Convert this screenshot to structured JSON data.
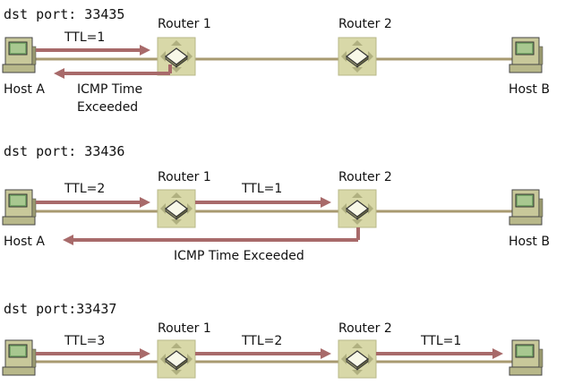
{
  "scenarios": [
    {
      "dst_port": "dst port: 33435",
      "router1": "Router 1",
      "router2": "Router 2",
      "host_a": "Host A",
      "host_b": "Host B",
      "ttl_1": "TTL=1",
      "icmp_line1": "ICMP Time",
      "icmp_line2": "Exceeded"
    },
    {
      "dst_port": "dst port: 33436",
      "router1": "Router 1",
      "router2": "Router 2",
      "host_a": "Host A",
      "host_b": "Host B",
      "ttl_1": "TTL=2",
      "ttl_2": "TTL=1",
      "icmp": "ICMP Time Exceeded"
    },
    {
      "dst_port": "dst port:33437",
      "router1": "Router 1",
      "router2": "Router 2",
      "ttl_1": "TTL=3",
      "ttl_2": "TTL=2",
      "ttl_3": "TTL=1"
    }
  ],
  "colors": {
    "arrow": "#a86a6a",
    "wire": "#a89a70",
    "router_frame": "#c8c89a"
  },
  "icons": {
    "host": "host-computer-icon",
    "router": "router-icon"
  }
}
